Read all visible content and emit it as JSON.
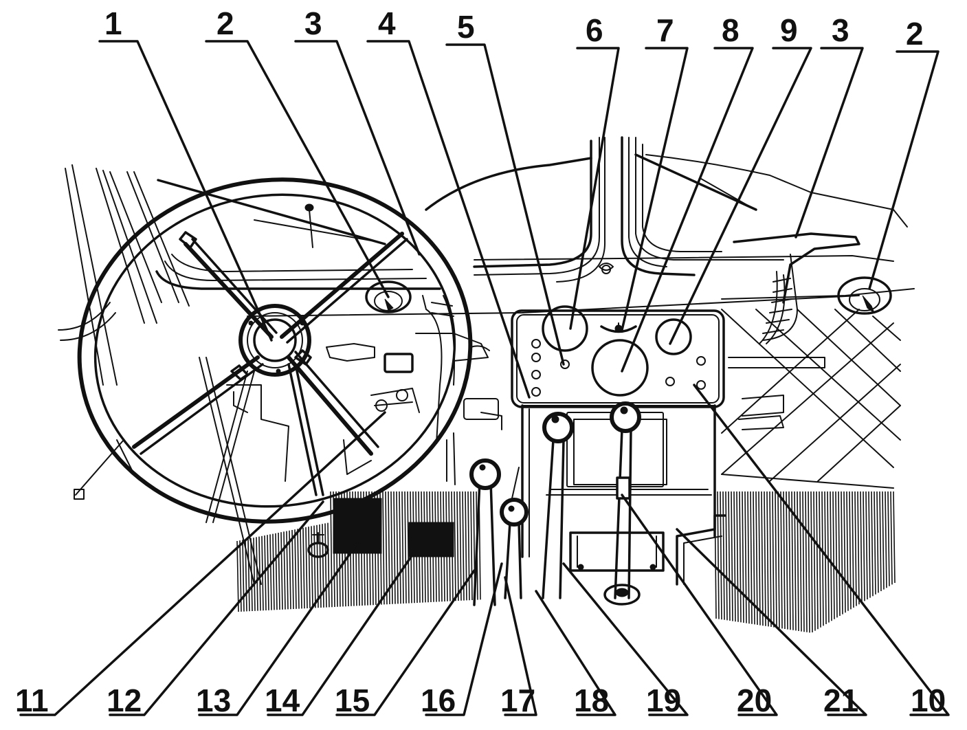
{
  "callouts": {
    "top": [
      {
        "id": "top-1",
        "text": "1"
      },
      {
        "id": "top-2",
        "text": "2"
      },
      {
        "id": "top-3",
        "text": "3"
      },
      {
        "id": "top-4",
        "text": "4"
      },
      {
        "id": "top-5",
        "text": "5"
      },
      {
        "id": "top-6",
        "text": "6"
      },
      {
        "id": "top-7",
        "text": "7"
      },
      {
        "id": "top-8",
        "text": "8"
      },
      {
        "id": "top-9",
        "text": "9"
      },
      {
        "id": "top-3b",
        "text": "3"
      },
      {
        "id": "top-2b",
        "text": "2"
      }
    ],
    "bottom": [
      {
        "id": "bot-11",
        "text": "11"
      },
      {
        "id": "bot-12",
        "text": "12"
      },
      {
        "id": "bot-13",
        "text": "13"
      },
      {
        "id": "bot-14",
        "text": "14"
      },
      {
        "id": "bot-15",
        "text": "15"
      },
      {
        "id": "bot-16",
        "text": "16"
      },
      {
        "id": "bot-17",
        "text": "17"
      },
      {
        "id": "bot-18",
        "text": "18"
      },
      {
        "id": "bot-19",
        "text": "19"
      },
      {
        "id": "bot-20",
        "text": "20"
      },
      {
        "id": "bot-21",
        "text": "21"
      },
      {
        "id": "bot-10",
        "text": "10"
      }
    ]
  }
}
